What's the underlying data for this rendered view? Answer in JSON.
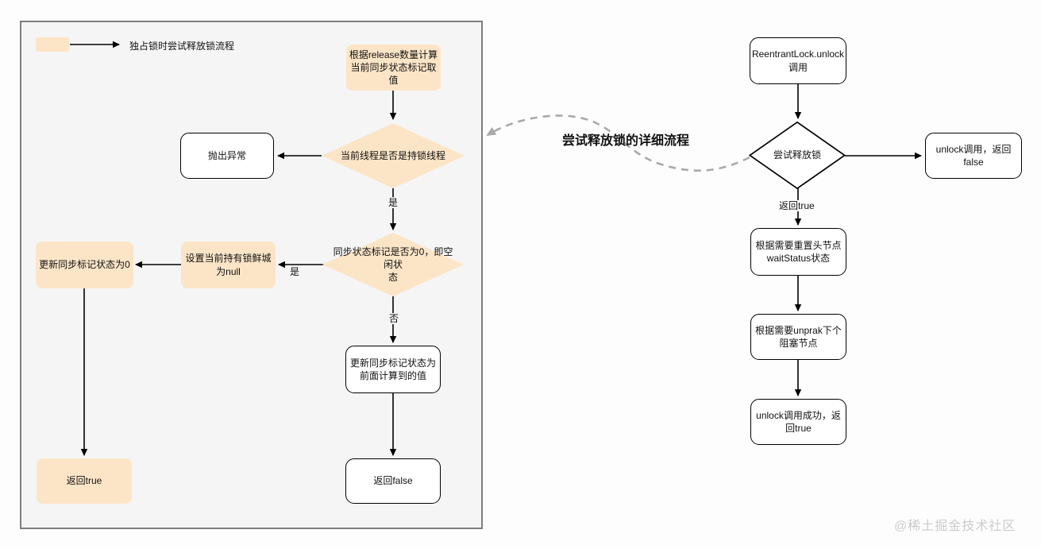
{
  "page": {
    "watermark": "@稀土掘金技术社区"
  },
  "colors": {
    "node_fill_orange": "#fce5c7",
    "node_fill_white": "#ffffff",
    "node_border": "#000000",
    "panel_background": "#f5f5f5",
    "panel_border": "#7e7e7e",
    "dashed_arrow": "#a9a9a9",
    "watermark_text": "#cbcbcb"
  },
  "panel": {
    "legend_label": "独占锁时尝试释放锁流程"
  },
  "detail_flow": {
    "calc_state": "根据release数量计算\n当前同步状态标记取\n值",
    "is_holder_thread": "当前线程是否是持锁线程",
    "throw_exception": "抛出异常",
    "label_yes_1": "是",
    "is_state_zero": "同步状态标记是否为0，即空闲状\n态",
    "label_yes_2": "是",
    "set_owner_null": "设置当前持有锁鲜城\n为null",
    "update_state_zero": "更新同步标记状态为0",
    "return_true": "返回true",
    "label_no": "否",
    "update_state_calc": "更新同步标记状态为\n前面计算到的值",
    "return_false": "返回false"
  },
  "main_flow": {
    "unlock_call": "ReentrantLock.unlock\n调用",
    "try_release": "尝试释放锁",
    "unlock_return_false": "unlock调用，返回\nfalse",
    "label_return_true": "返回true",
    "reset_head_node": "根据需要重置头节点\nwaitStatus状态",
    "unpark_next_node": "根据需要unprak下个\n阻塞节点",
    "unlock_success": "unlock调用成功，返\n回true"
  },
  "annotation": {
    "detail_title": "尝试释放锁的详细流程"
  }
}
